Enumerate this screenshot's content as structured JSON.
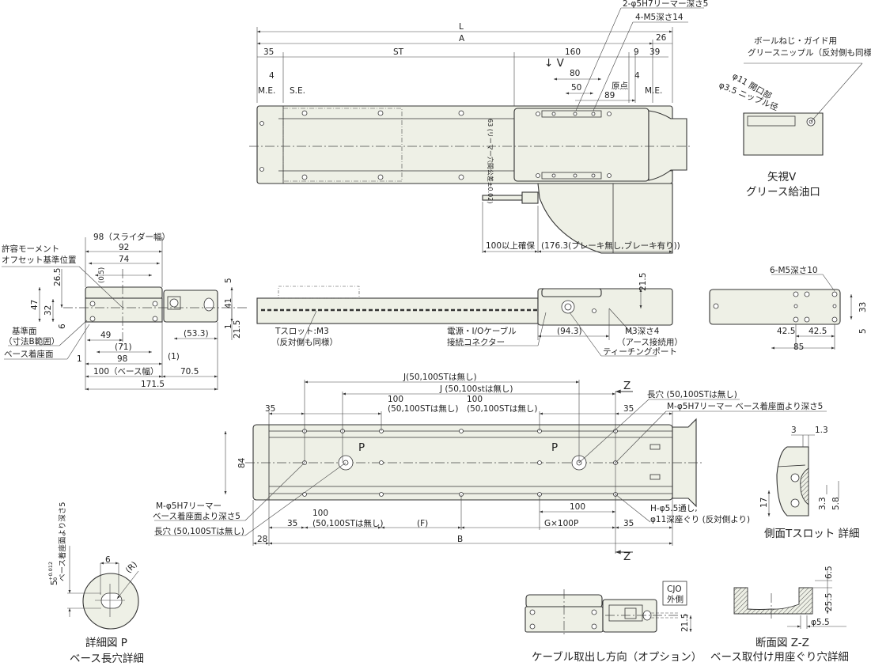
{
  "colors": {
    "part_fill": "#eef0e6",
    "line": "#333333"
  },
  "top_view": {
    "dims": {
      "L": "L",
      "A": "A",
      "d26": "26",
      "d35": "35",
      "ST": "ST",
      "d160": "160",
      "d9": "9",
      "d39": "39",
      "d80": "80",
      "d50": "50",
      "d89": "89",
      "d4_left": "4",
      "d4_right": "4"
    },
    "labels": {
      "reamer": "2-φ5H7リーマー深さ5",
      "m5": "4-M5深さ14",
      "view_v": "↓ V",
      "me_left": "M.E.",
      "se": "S.E.",
      "origin": "原点",
      "me_right": "M.E.",
      "reamer_pitch": "63 (リーマー穴間公差±0.02)",
      "clearance": "100以上確保",
      "motor_len": "(176.3(ブレーキ無し,ブレーキ有り))"
    }
  },
  "view_v": {
    "nipple1": "ボールねじ・ガイド用",
    "nipple2": "グリースニップル（反対側も同様）",
    "opening": "φ11 開口部",
    "nipple_dia": "φ3.5 ニップル径",
    "title1": "矢視V",
    "title2": "グリース給油口"
  },
  "end_view": {
    "slider_width": "98（スライダー幅）",
    "d92": "92",
    "d74": "74",
    "moment1": "許容モーメント",
    "moment2": "オフセット基準位置",
    "d26_5": "26.5",
    "d47": "47",
    "d32": "32",
    "d0_5": "(0.5)",
    "d6": "6",
    "ref1": "基準面",
    "ref2": "（寸法B範囲）",
    "seat": "ベース着座面",
    "d49": "49",
    "d71": "(71)",
    "d98": "98",
    "d1": "1",
    "base_width": "100（ベース幅）",
    "d1p": "(1)",
    "d70_5": "70.5",
    "d171_5": "171.5",
    "d53_3": "(53.3)",
    "d5": "5",
    "d41": "41",
    "d1r": "1",
    "d21_5": "21.5"
  },
  "side_view": {
    "tslot1": "Tスロット:M3",
    "tslot2": "（反対側も同様）",
    "conn1": "電源・I/Oケーブル",
    "conn2": "接続コネクター",
    "d94_3": "(94.3)",
    "m3_1": "M3深さ4",
    "m3_2": "（アース接続用）",
    "teach": "ティーチングポート",
    "d21_5": "21.5"
  },
  "rear_view": {
    "m5": "6-M5深さ10",
    "d33": "33",
    "d5": "5",
    "d42_5a": "42.5",
    "d42_5b": "42.5",
    "d85": "85"
  },
  "bottom_view": {
    "J1": "J(50,100STは無し)",
    "J2": "J (50,100stは無し)",
    "d100a": "100",
    "n100a": "(50,100STは無し)",
    "d100b": "100",
    "n100b": "(50,100STは無し)",
    "d35a": "35",
    "d35b": "35",
    "z_top": "Z",
    "z_bot": "Z",
    "d84": "84",
    "p1": "P",
    "p2": "P",
    "slot_r": "長穴 (50,100STは無し)",
    "reamer_r": "M-φ5H7リーマー ベース着座面より深さ5",
    "reamer_l1": "M-φ5H7リーマー",
    "reamer_l2": "ベース着座面より深さ5",
    "slot_l": "長穴 (50,100STは無し)",
    "d100c": "100",
    "n100c": "(50,100STは無し)",
    "d35c": "35",
    "F": "(F)",
    "G": "G×100P",
    "d35d": "35",
    "d100d": "100",
    "hole1": "H-φ5.5通し,",
    "hole2": "φ11深座ぐり (反対側より)",
    "d28": "28",
    "B": "B"
  },
  "tslot_detail": {
    "d3": "3",
    "d1_3": "1.3",
    "d17": "17",
    "d3_3": "3.3",
    "d5_8": "5.8",
    "title": "側面Tスロット 詳細"
  },
  "detail_p": {
    "d6": "6",
    "R": "(R)",
    "d5": "5",
    "tol_up": "+0.012",
    "tol_lo": "0",
    "depth": "ベース着座面より深さ5",
    "title1": "詳細図 P",
    "title2": "ベース長穴詳細"
  },
  "cable_option": {
    "cjo1": "CJO",
    "cjo2": "外側",
    "d21_5": "21.5",
    "title": "ケーブル取出し方向（オプション）"
  },
  "section_zz": {
    "d6_5": "6.5",
    "d25_5": "25.5",
    "d5_5": "φ5.5",
    "title1": "断面図 Z-Z",
    "title2": "ベース取付け用座ぐり穴詳細"
  }
}
